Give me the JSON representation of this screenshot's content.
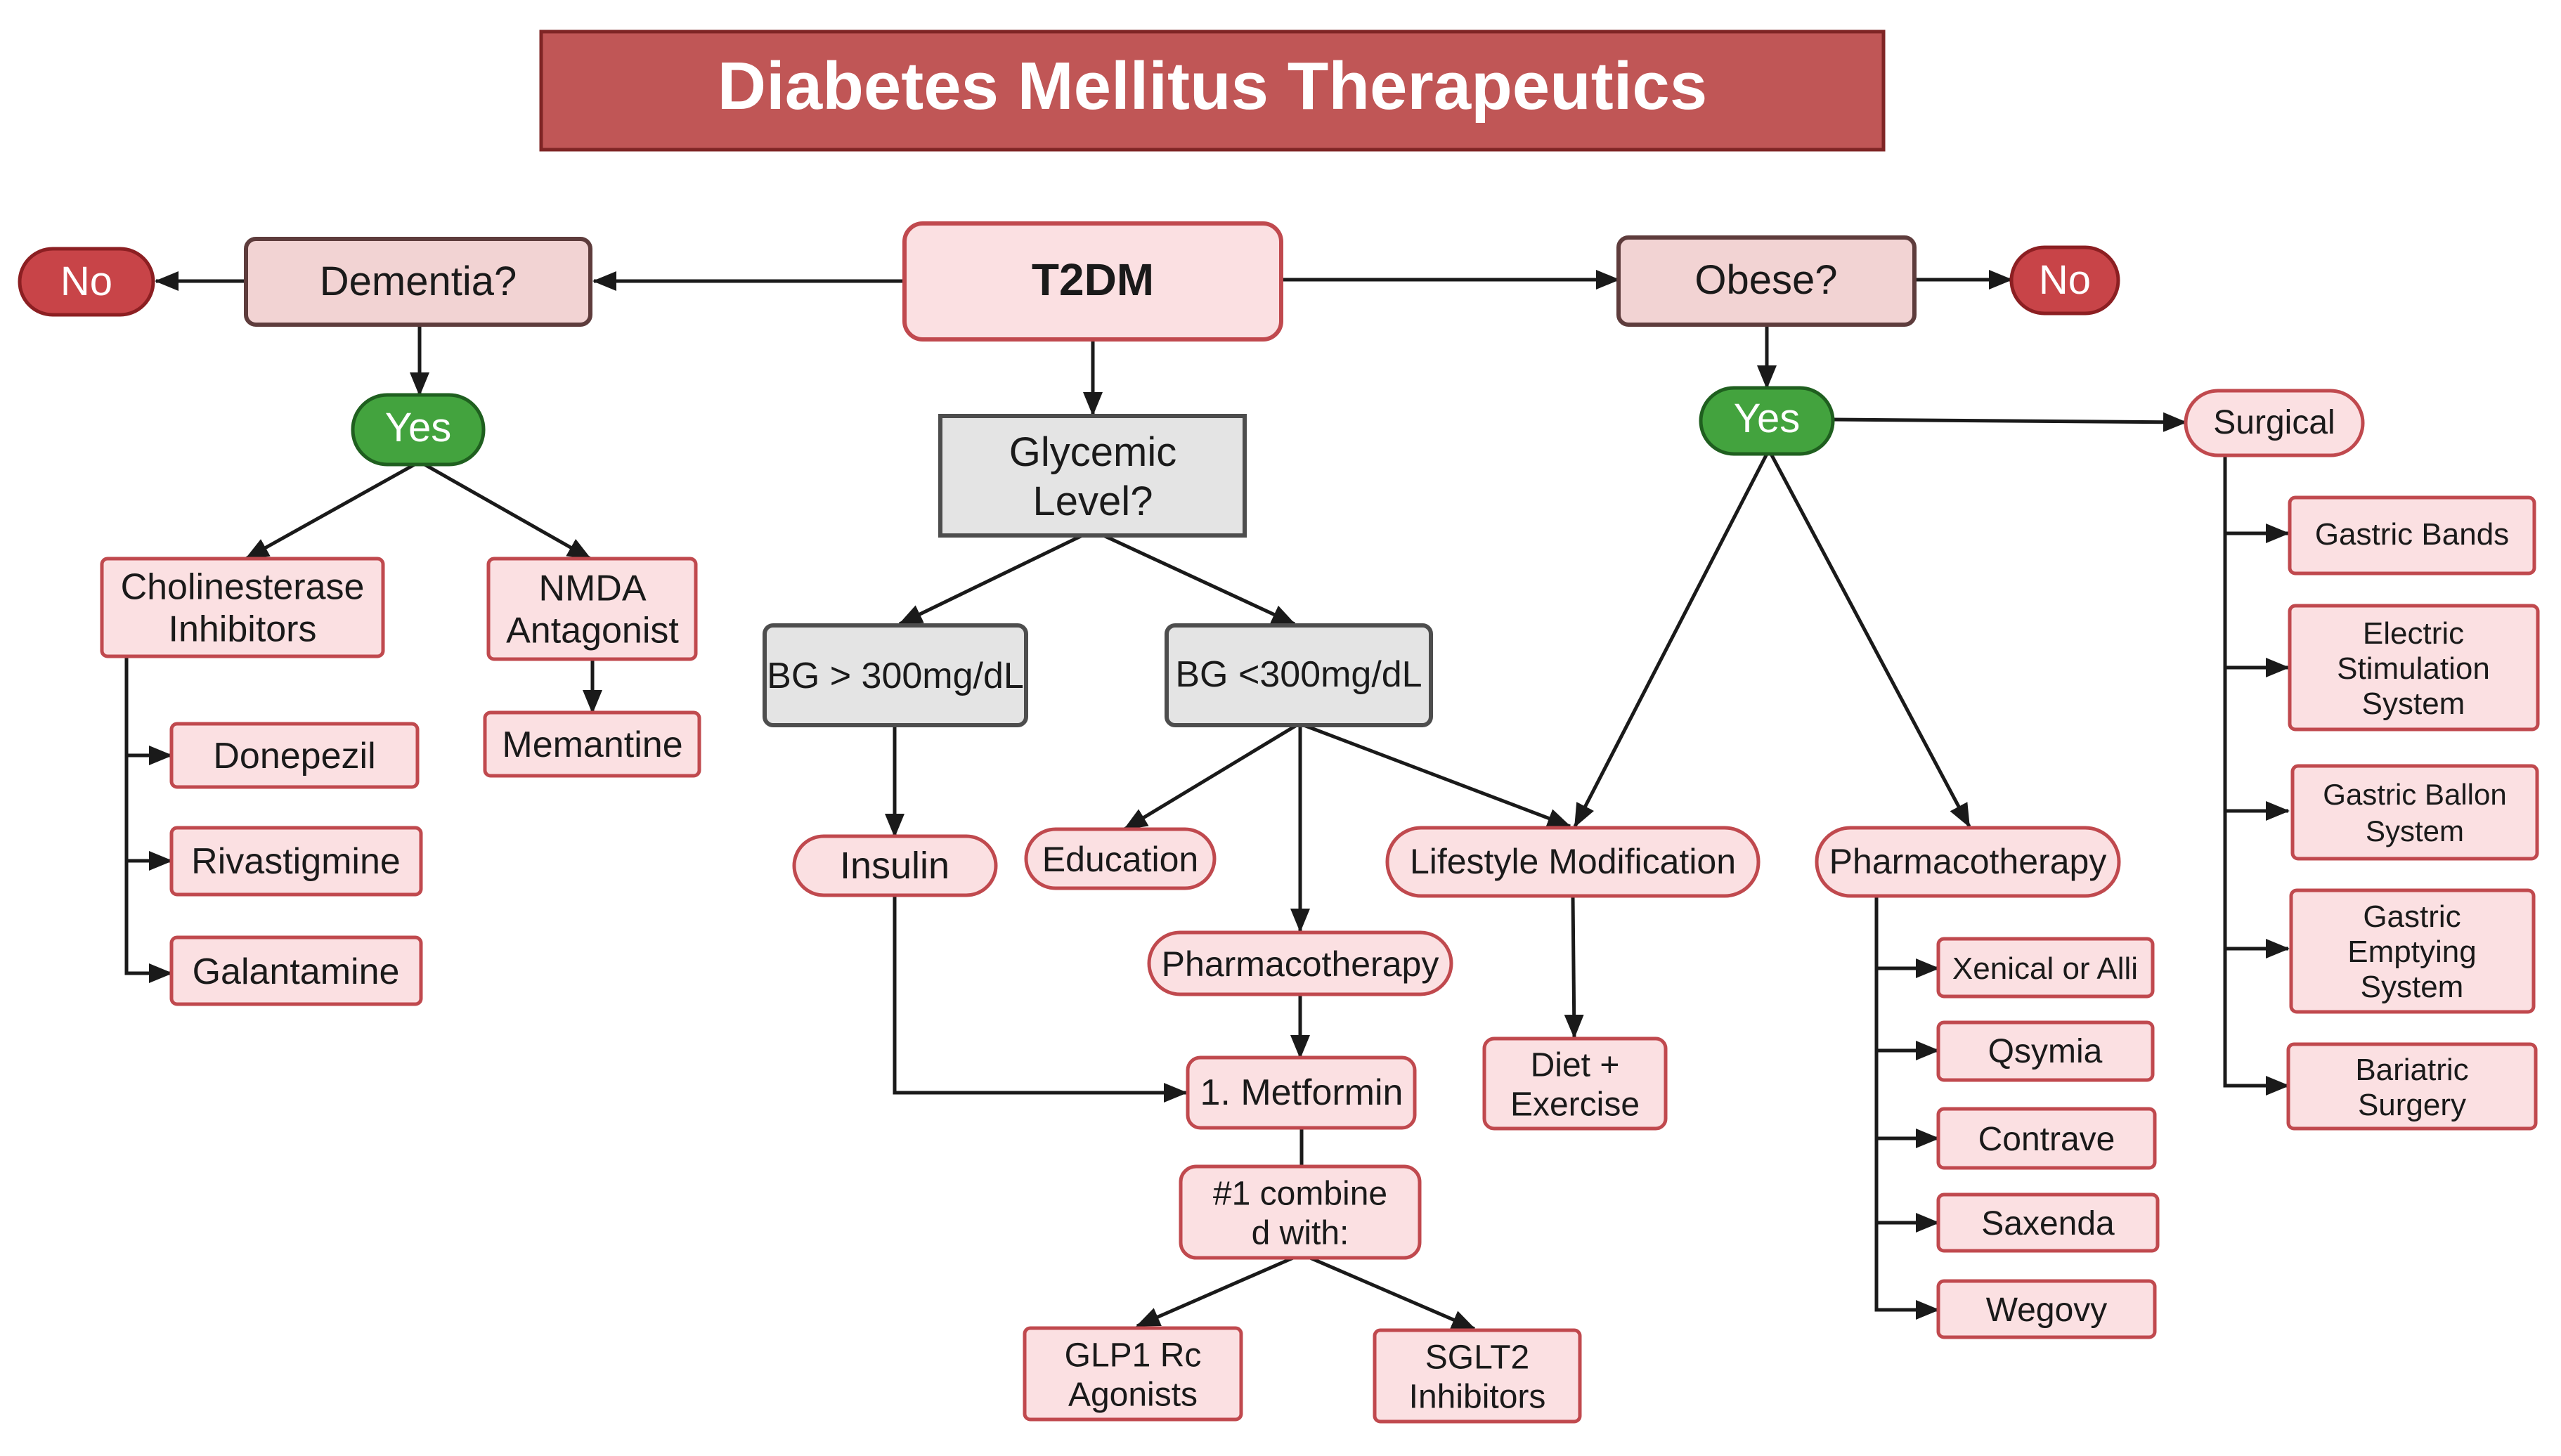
{
  "title": "Diabetes Mellitus Therapeutics",
  "colors": {
    "title_fill": "#c05656",
    "title_border": "#7f2525",
    "node_fill": "#fbe0e2",
    "node_border": "#c0494e",
    "question_fill": "#f2d3d3",
    "question_border": "#5e3c3c",
    "gray_fill": "#e4e4e4",
    "gray_border": "#4d4d4d",
    "no_fill": "#c84448",
    "no_border": "#8c1f22",
    "yes_fill": "#43a33e",
    "yes_border": "#1f5f1f",
    "line": "#1a1a1a"
  },
  "nodes": {
    "t2dm": "T2DM",
    "dementia": "Dementia?",
    "obese": "Obese?",
    "no_left": "No",
    "no_right": "No",
    "yes_left": "Yes",
    "yes_right": "Yes",
    "cholinesterase": "Cholinesterase Inhibitors",
    "nmda": "NMDA Antagonist",
    "memantine": "Memantine",
    "donepezil": "Donepezil",
    "rivastigmine": "Rivastigmine",
    "galantamine": "Galantamine",
    "glycemic": "Glycemic Level?",
    "bg_high": "BG > 300mg/dL",
    "bg_low": "BG <300mg/dL",
    "insulin": "Insulin",
    "education": "Education",
    "lifestyle": "Lifestyle Modification",
    "pharmacotherapy_mid": "Pharmacotherapy",
    "metformin": "1. Metformin",
    "combined": "#1 combined with:",
    "glp1": "GLP1 Rc Agonists",
    "sglt2": "SGLT2 Inhibitors",
    "diet": "Diet + Exercise",
    "pharmacotherapy_right": "Pharmacotherapy",
    "xenical": "Xenical or Alli",
    "qsymia": "Qsymia",
    "contrave": "Contrave",
    "saxenda": "Saxenda",
    "wegovy": "Wegovy",
    "surgical": "Surgical",
    "gastric_bands": "Gastric Bands",
    "electric": "Electric Stimulation System",
    "gastric_ballon": "Gastric Ballon System",
    "gastric_emptying": "Gastric Emptying System",
    "bariatric": "Bariatric Surgery"
  }
}
